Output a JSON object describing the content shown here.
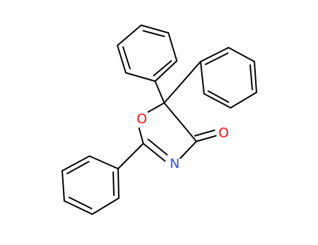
{
  "molecule": {
    "atoms": {
      "oxygen_ring": {
        "symbol": "O",
        "color": "#ff0d0d"
      },
      "oxygen_carbonyl": {
        "symbol": "O",
        "color": "#ff0d0d"
      },
      "nitrogen": {
        "symbol": "N",
        "color": "#3050f8"
      }
    },
    "bond_color": "#000000"
  }
}
